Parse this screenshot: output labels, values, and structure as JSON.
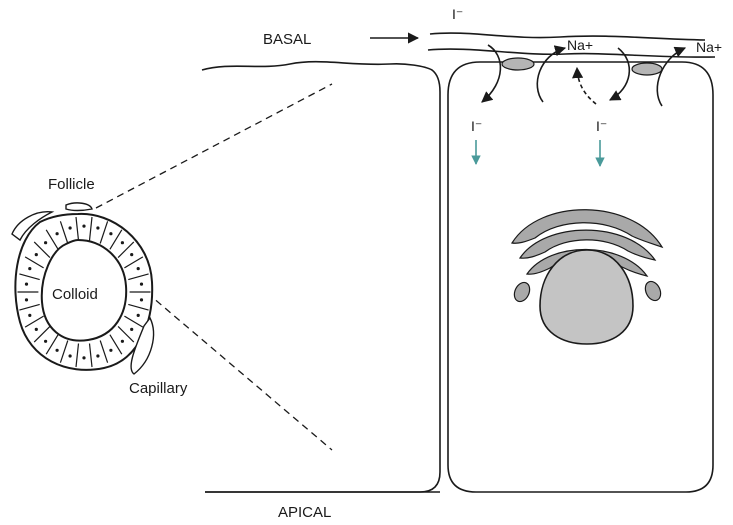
{
  "labels": {
    "basal": "BASAL",
    "apical": "APICAL",
    "follicle": "Follicle",
    "colloid": "Colloid",
    "capillary": "Capillary"
  },
  "ions": {
    "iodide_top": "I⁻",
    "iodide_left": "I⁻",
    "iodide_right": "I⁻",
    "sodium_center": "Na+",
    "sodium_right": "Na+"
  },
  "colors": {
    "stroke": "#1a1a1a",
    "nucleus_fill": "#c4c4c4",
    "golgi_fill": "#a9a9a9",
    "transporter_fill": "#b5b5b5",
    "teal_arrow": "#4a9a9a",
    "background": "#ffffff"
  }
}
